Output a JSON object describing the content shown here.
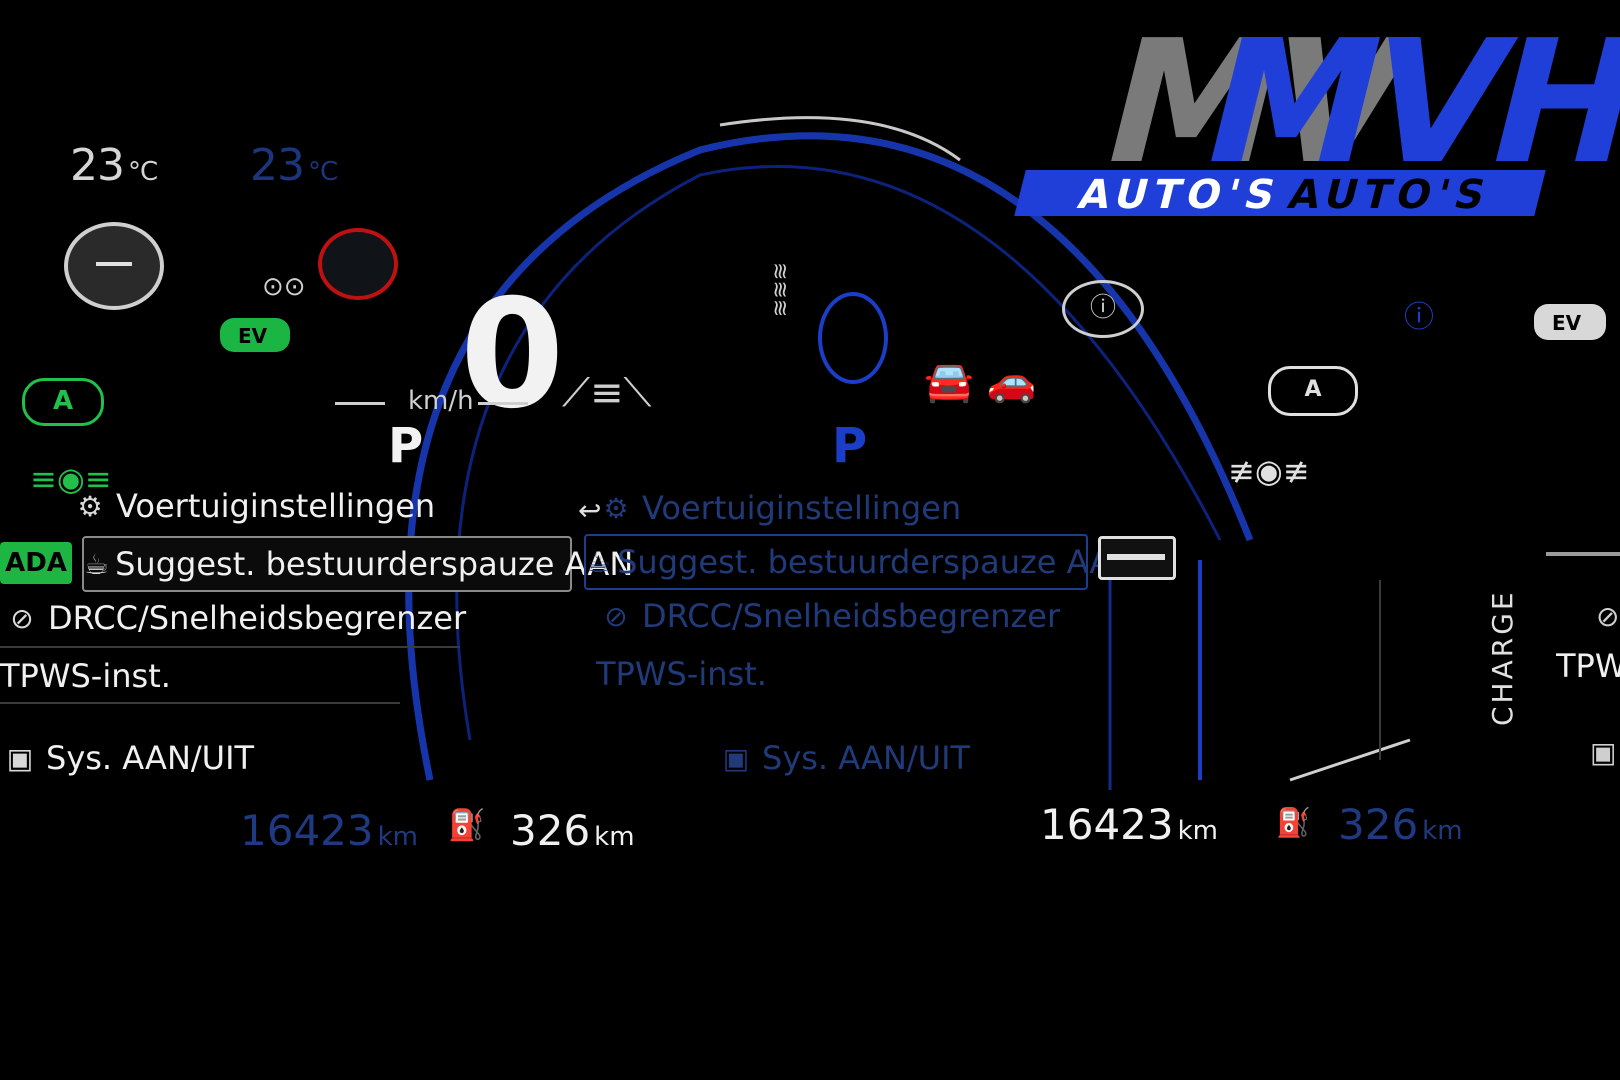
{
  "logo": {
    "letters": "MVH",
    "word": "AUTO'S",
    "colors": {
      "blue": "#1f3fd8",
      "gray": "#7a7a7a",
      "white": "#ffffff"
    }
  },
  "temperature": {
    "value": "23",
    "unit": "°C"
  },
  "speed": {
    "value": "0",
    "unit": "km/h"
  },
  "gear": "P",
  "ev_badge": "EV",
  "menu": {
    "title": "Voertuiginstellingen",
    "items": [
      {
        "label": "Suggest. bestuurderspauze AAN",
        "icon": "driver-pause-icon",
        "selected": true
      },
      {
        "label": "DRCC/Snelheidsbegrenzer",
        "icon": "cruise-control-icon",
        "selected": false
      },
      {
        "label": "TPWS-inst.",
        "icon": "tire-pressure-icon",
        "selected": false
      },
      {
        "label": "Sys. AAN/UIT",
        "icon": "system-icon",
        "selected": false
      }
    ],
    "ada_label": "ADA"
  },
  "odometer": {
    "value": "16423",
    "unit": "km"
  },
  "range": {
    "value": "326",
    "unit": "km"
  },
  "charge_label": "CHARGE",
  "right_tpws": "TPWS-inst.",
  "colors": {
    "accent_blue": "#1b3ec9",
    "green": "#22c04a",
    "red": "#d01515"
  }
}
